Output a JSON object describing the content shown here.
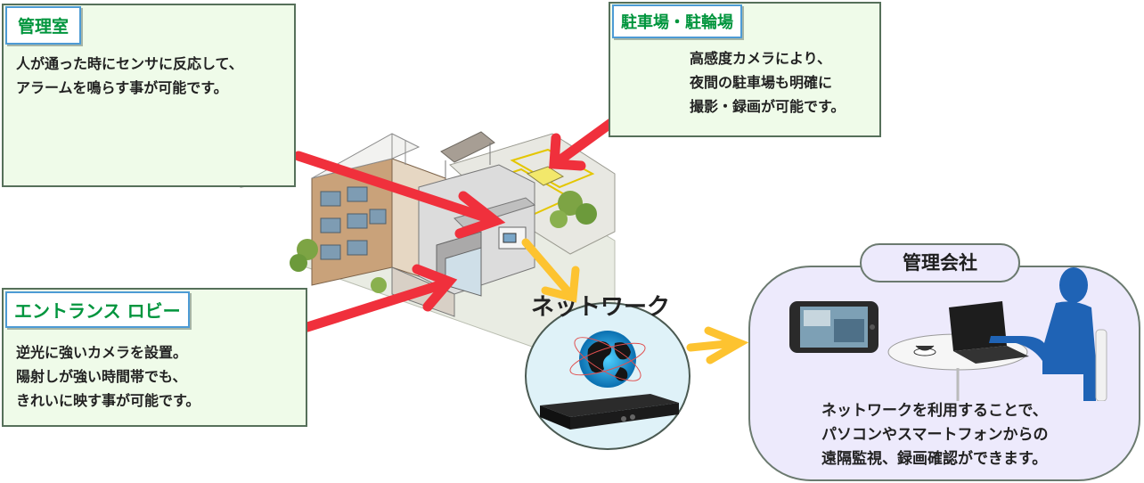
{
  "panels": {
    "management_room": {
      "title": "管理室",
      "desc": "人が通った時にセンサに反応して、\nアラームを鳴らす事が可能です。"
    },
    "parking": {
      "title": "駐車場・駐輪場",
      "desc": "高感度カメラにより、\n夜間の駐車場も明確に\n撮影・録画が可能です。"
    },
    "entrance": {
      "title": "エントランス ロビー",
      "desc": "逆光に強いカメラを設置。\n陽射しが強い時間帯でも、\nきれいに映す事が可能です。"
    },
    "company": {
      "title": "管理会社",
      "desc": "ネットワークを利用することで、\nパソコンやスマートフォンからの\n遠隔監視、録画確認ができます。"
    }
  },
  "network": {
    "label": "ネットワーク"
  },
  "colors": {
    "panel_bg": "#effbe9",
    "title_text": "#00953d",
    "title_border": "#4d9bd5",
    "red_arrow": "#f0303c",
    "yellow_arrow": "#fdc330",
    "company_bg": "#edeafc",
    "person": "#1f63b5"
  },
  "icons": [
    "bullet-camera-icon",
    "dome-camera-icon",
    "building-illustration",
    "globe-icon",
    "recorder-icon",
    "smartphone-icon",
    "laptop-icon",
    "person-icon"
  ]
}
